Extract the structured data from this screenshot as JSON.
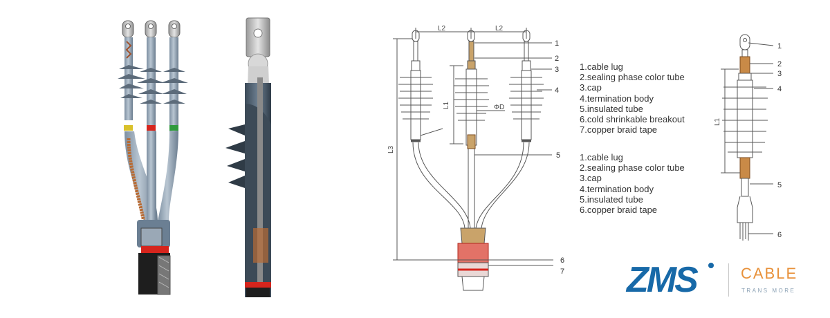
{
  "legend_three_core": {
    "items": [
      "1.cable lug",
      "2.sealing phase color tube",
      "3.cap",
      "4.termination body",
      "5.insulated tube",
      "6.cold shrinkable breakout",
      "7.copper braid tape"
    ]
  },
  "legend_single_core": {
    "items": [
      "1.cable lug",
      "2.sealing phase color tube",
      "3.cap",
      "4.termination body",
      "5.insulated tube",
      "6.copper braid tape"
    ]
  },
  "drawing_three_core": {
    "dim_l2_left": "L2",
    "dim_l2_right": "L2",
    "dim_l1": "L1",
    "dim_l3": "L3",
    "dim_phi_d": "ΦD",
    "callouts": [
      "1",
      "2",
      "3",
      "4",
      "5",
      "6",
      "7"
    ]
  },
  "drawing_single_core": {
    "dim_l1": "L1",
    "callouts": [
      "1",
      "2",
      "3",
      "4",
      "5",
      "6"
    ]
  },
  "logo": {
    "mark": "ZMS",
    "word": "CABLE",
    "tagline": "TRANS MORE",
    "colors": {
      "mark": "#1769a8",
      "word": "#e8913a",
      "tagline": "#8aa0b4"
    }
  },
  "colors": {
    "line": "#555555",
    "insulator": "#9aa8b6",
    "shed": "#4f5d6b",
    "copper": "#b86b34",
    "red_band": "#d6251d",
    "green_band": "#2f9a3c",
    "yellow_band": "#d9c12b"
  }
}
